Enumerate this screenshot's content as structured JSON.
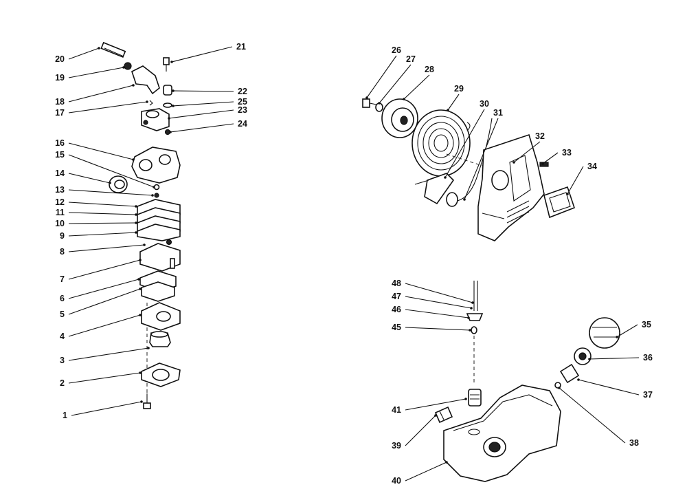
{
  "callouts": [
    {
      "label": "1"
    },
    {
      "label": "2"
    },
    {
      "label": "3"
    },
    {
      "label": "4"
    },
    {
      "label": "5"
    },
    {
      "label": "6"
    },
    {
      "label": "7"
    },
    {
      "label": "8"
    },
    {
      "label": "9"
    },
    {
      "label": "10"
    },
    {
      "label": "11"
    },
    {
      "label": "12"
    },
    {
      "label": "13"
    },
    {
      "label": "14"
    },
    {
      "label": "15"
    },
    {
      "label": "16"
    },
    {
      "label": "17"
    },
    {
      "label": "18"
    },
    {
      "label": "19"
    },
    {
      "label": "20"
    },
    {
      "label": "21"
    },
    {
      "label": "22"
    },
    {
      "label": "25"
    },
    {
      "label": "23"
    },
    {
      "label": "24"
    },
    {
      "label": "26"
    },
    {
      "label": "27"
    },
    {
      "label": "28"
    },
    {
      "label": "29"
    },
    {
      "label": "30"
    },
    {
      "label": "31"
    },
    {
      "label": "32"
    },
    {
      "label": "33"
    },
    {
      "label": "34"
    },
    {
      "label": "48"
    },
    {
      "label": "47"
    },
    {
      "label": "46"
    },
    {
      "label": "45"
    },
    {
      "label": "41"
    },
    {
      "label": "39"
    },
    {
      "label": "40"
    },
    {
      "label": "35"
    },
    {
      "label": "36"
    },
    {
      "label": "37"
    },
    {
      "label": "38"
    }
  ]
}
